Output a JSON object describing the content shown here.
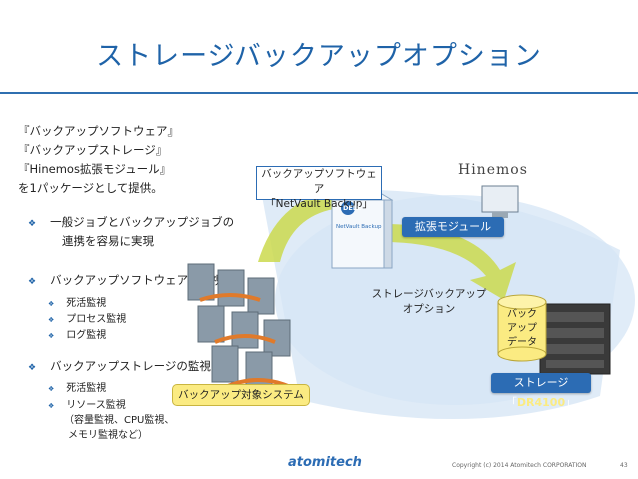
{
  "slide": {
    "title": "ストレージバックアップオプション",
    "intro": [
      "『バックアップソフトウェア』",
      "『バックアップストレージ』",
      "『Hinemos拡張モジュール』",
      "を1パッケージとして提供。"
    ],
    "bullets": [
      {
        "text": "一般ジョブとバックアップジョブの",
        "text2": "連携を容易に実現",
        "subs": []
      },
      {
        "text": "バックアップソフトウェアの監視",
        "subs": [
          "死活監視",
          "プロセス監視",
          "ログ監視"
        ]
      },
      {
        "text": "バックアップストレージの監視",
        "subs": [
          "死活監視",
          "リソース監視"
        ],
        "note": [
          "（容量監視、CPU監視、",
          "メモリ監視など）"
        ]
      }
    ]
  },
  "diagram": {
    "backup_software_box": [
      "バックアップソフトウェア",
      "「NetVault Backup」"
    ],
    "product_box_label": "NetVault Backup",
    "product_brand": "DELL",
    "extension_module": "拡張モジュール",
    "option_label": [
      "ストレージバックアップ",
      "オプション"
    ],
    "backup_data": [
      "バック",
      "アップ",
      "データ"
    ],
    "storage_label_prefix": "ストレージ「",
    "storage_label_bold": "DR4100",
    "storage_label_suffix": "」",
    "target_system": "バックアップ対象システム",
    "hinemos_logo": "Hinemos"
  },
  "footer": {
    "logo": "atomitech",
    "copyright": "Copyright (c) 2014 Atomitech CORPORATION",
    "page": "43"
  },
  "colors": {
    "accent": "#2c6cb4",
    "title": "#1f63a8",
    "highlight": "#fbeb82",
    "arc": "#c9dff0",
    "arrow": "#c9d84a"
  }
}
